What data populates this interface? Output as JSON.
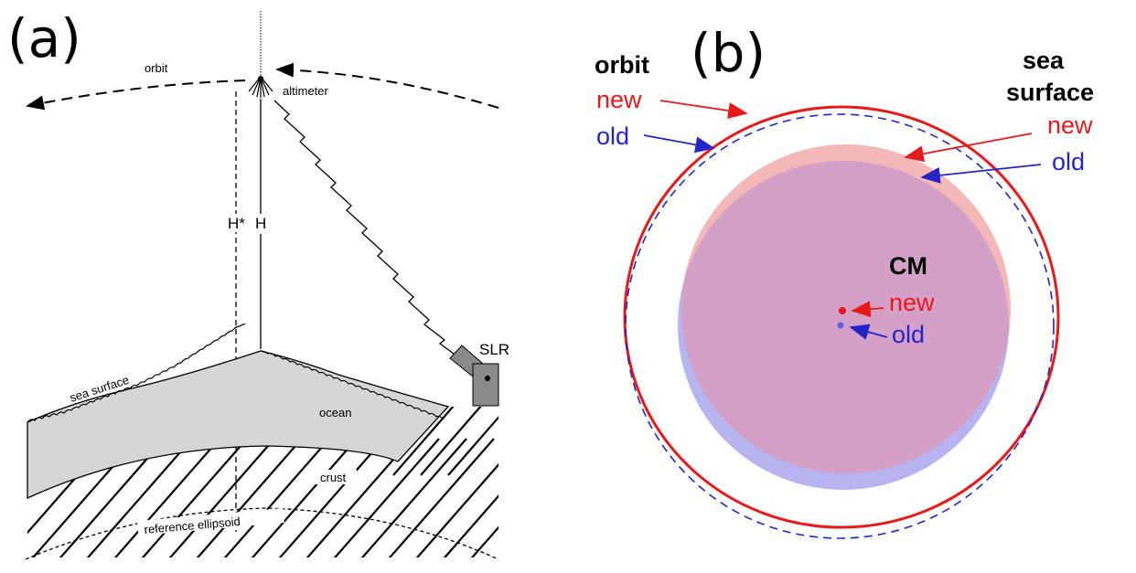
{
  "panel_a": {
    "label": "(a)",
    "orbit": "orbit",
    "altimeter": "altimeter",
    "h_star": "H*",
    "h": "H",
    "slr": "SLR",
    "sea_surface": "sea surface",
    "ocean": "ocean",
    "crust": "crust",
    "reference_ellipsoid": "reference ellipsoid"
  },
  "panel_b": {
    "label": "(b)",
    "orbit": "orbit",
    "orbit_new": "new",
    "orbit_old": "old",
    "sea": "sea",
    "surface": "surface",
    "sea_new": "new",
    "sea_old": "old",
    "cm": "CM",
    "cm_new": "new",
    "cm_old": "old"
  },
  "colors": {
    "new": "#e8191a",
    "old": "#2424c8",
    "sea_new_fill": "#f5b8b8",
    "sea_old_fill": "#b8b4f0",
    "overlap_fill": "#d4a0c8",
    "ocean_fill": "#d6d6d6"
  }
}
